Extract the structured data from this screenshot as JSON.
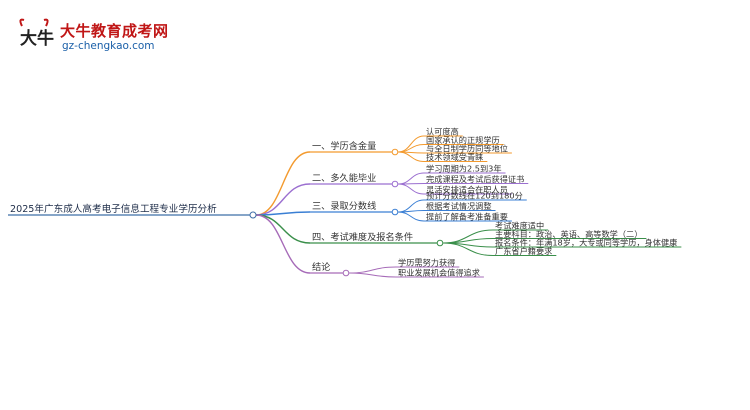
{
  "logo": {
    "title": "大牛教育成考网",
    "url": "gz-chengkao.com",
    "mark_text": "大牛"
  },
  "mindmap": {
    "root": "2025年广东成人高考电子信息工程专业学历分析",
    "branches": [
      {
        "label": "一、学历含金量",
        "color": "#f39a2e",
        "children": [
          "认可度高",
          "国家承认的正规学历",
          "与全日制学历同等地位",
          "技术领域受青睐"
        ]
      },
      {
        "label": "二、多久能毕业",
        "color": "#9b6fd0",
        "children": [
          "学习周期为2.5到3年",
          "完成课程及考试后获得证书",
          "灵活安排适合在职人员"
        ]
      },
      {
        "label": "三、录取分数线",
        "color": "#3a7fd4",
        "children": [
          "预计分数线在120到180分",
          "根据考试情况调整",
          "提前了解备考准备重要"
        ]
      },
      {
        "label": "四、考试难度及报名条件",
        "color": "#3a8f4a",
        "children": [
          "考试难度适中",
          "主要科目：政治、英语、高等数学（二）",
          "报名条件：年满18岁，大专或同等学历，身体健康",
          "广东省户籍要求"
        ]
      },
      {
        "label": "结论",
        "color": "#a66bb8",
        "children": [
          "学历需努力获得",
          "职业发展机会值得追求"
        ]
      }
    ]
  }
}
